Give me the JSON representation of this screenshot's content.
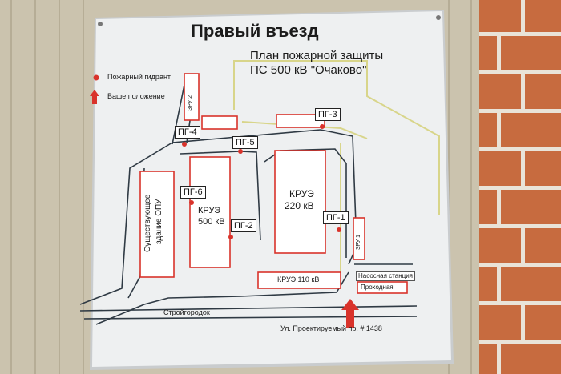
{
  "sign": {
    "top_title": "Правый въезд",
    "plan_title_line1": "План пожарной защиты",
    "plan_title_line2": "ПС 500 кВ \"Очаково\"",
    "legend": {
      "hydrant": "Пожарный гидрант",
      "position": "Ваше положение"
    },
    "hydrants": [
      "ПГ-1",
      "ПГ-2",
      "ПГ-3",
      "ПГ-4",
      "ПГ-5",
      "ПГ-6"
    ],
    "buildings": {
      "kruz_500_line1": "КРУЭ",
      "kruz_500_line2": "500 кВ",
      "kruz_220_line1": "КРУЭ",
      "kruz_220_line2": "220 кВ",
      "kruz_110": "КРУЭ 110 кВ",
      "existing_opu_line1": "Существующее",
      "existing_opu_line2": "здание ОПУ",
      "zru1": "ЗРУ 1",
      "zru2": "ЗРУ 2",
      "pump_station": "Насосная станция",
      "checkpoint": "Проходная"
    },
    "roads": {
      "stroigorodok": "Стройгородок",
      "street": "Ул. Проектируемый пр. # 1438"
    }
  },
  "colors": {
    "red": "#d9332b",
    "road_border": "#2f3a44",
    "fence": "#d8d58a",
    "sign_bg": "#eef0f1"
  }
}
